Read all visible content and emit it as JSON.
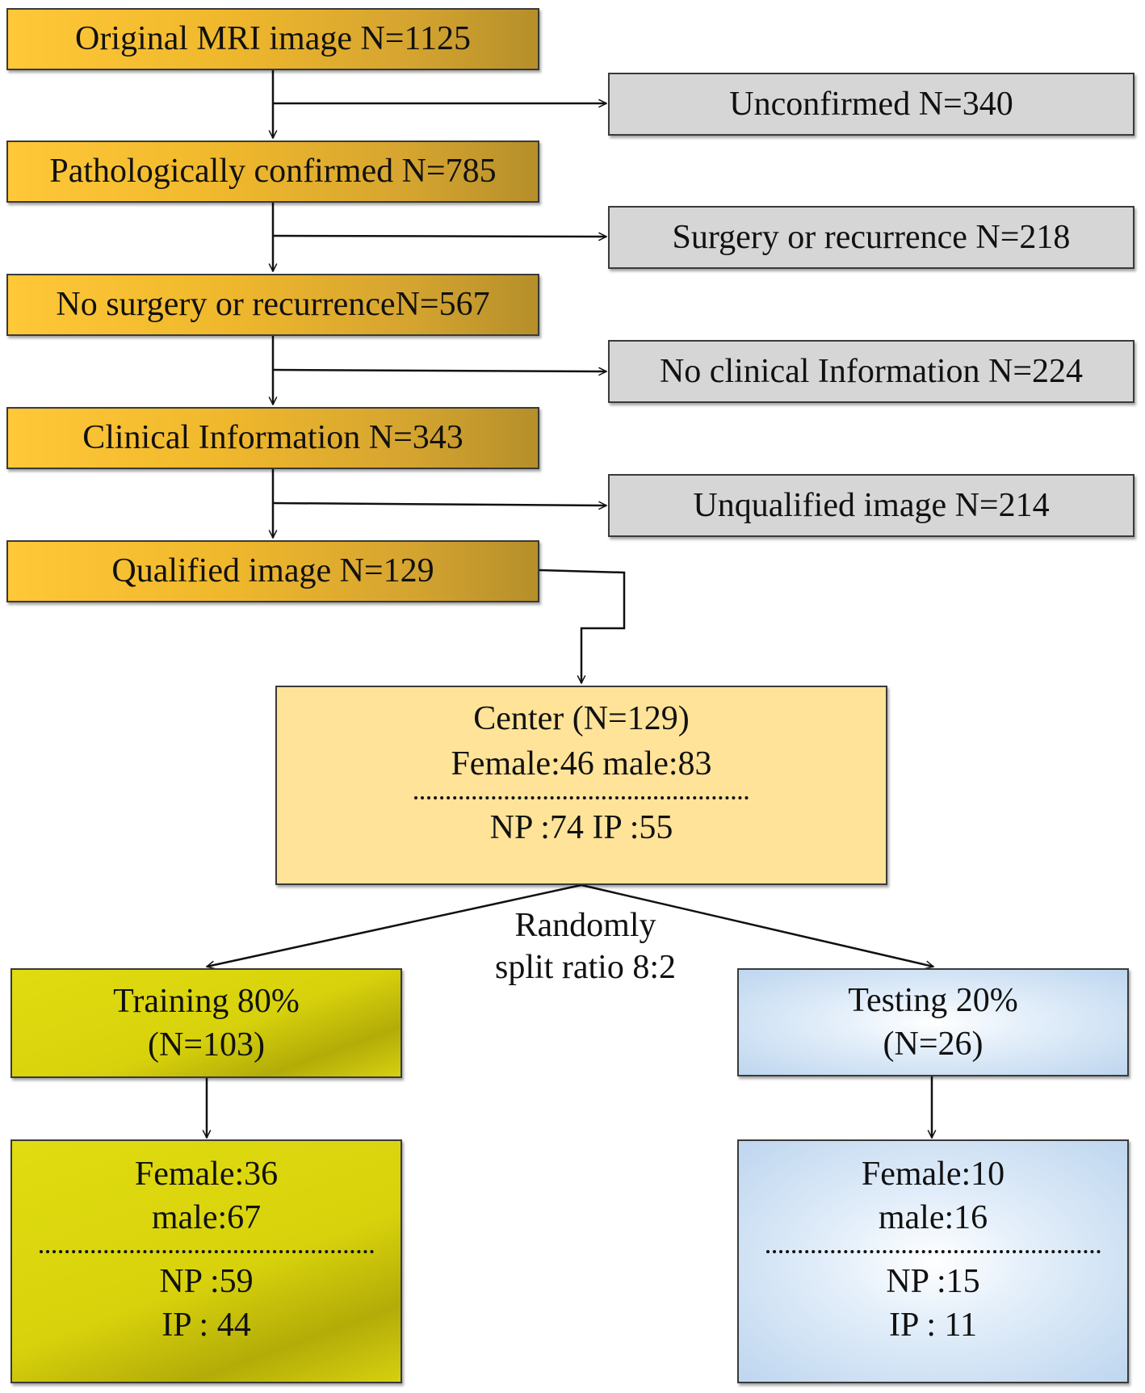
{
  "steps": [
    "Original MRI image N=1125",
    "Pathologically confirmed N=785",
    "No surgery or recurrenceN=567",
    "Clinical Information N=343",
    "Qualified image N=129"
  ],
  "exclusions": [
    "Unconfirmed  N=340",
    "Surgery or recurrence N=218",
    "No clinical Information  N=224",
    "Unqualified image N=214"
  ],
  "center": {
    "title": "Center (N=129)",
    "sex": "Female:46  male:83",
    "types": "NP :74 IP :55"
  },
  "split": {
    "line1": "Randomly",
    "line2": "split ratio 8:2"
  },
  "training": {
    "title": "Training 80%",
    "count": "(N=103)",
    "female": "Female:36",
    "male": "male:67",
    "np": "NP :59",
    "ip": "IP : 44"
  },
  "testing": {
    "title": "Testing 20%",
    "count": "(N=26)",
    "female": "Female:10",
    "male": "male:16",
    "np": "NP :15",
    "ip": "IP  : 11"
  },
  "colors": {
    "step_fill": "#f0b82c",
    "exclusion_fill": "#d6d6d6",
    "center_fill": "#ffe399",
    "training_fill": "#d8d20c",
    "testing_fill": "#bed6ef"
  }
}
